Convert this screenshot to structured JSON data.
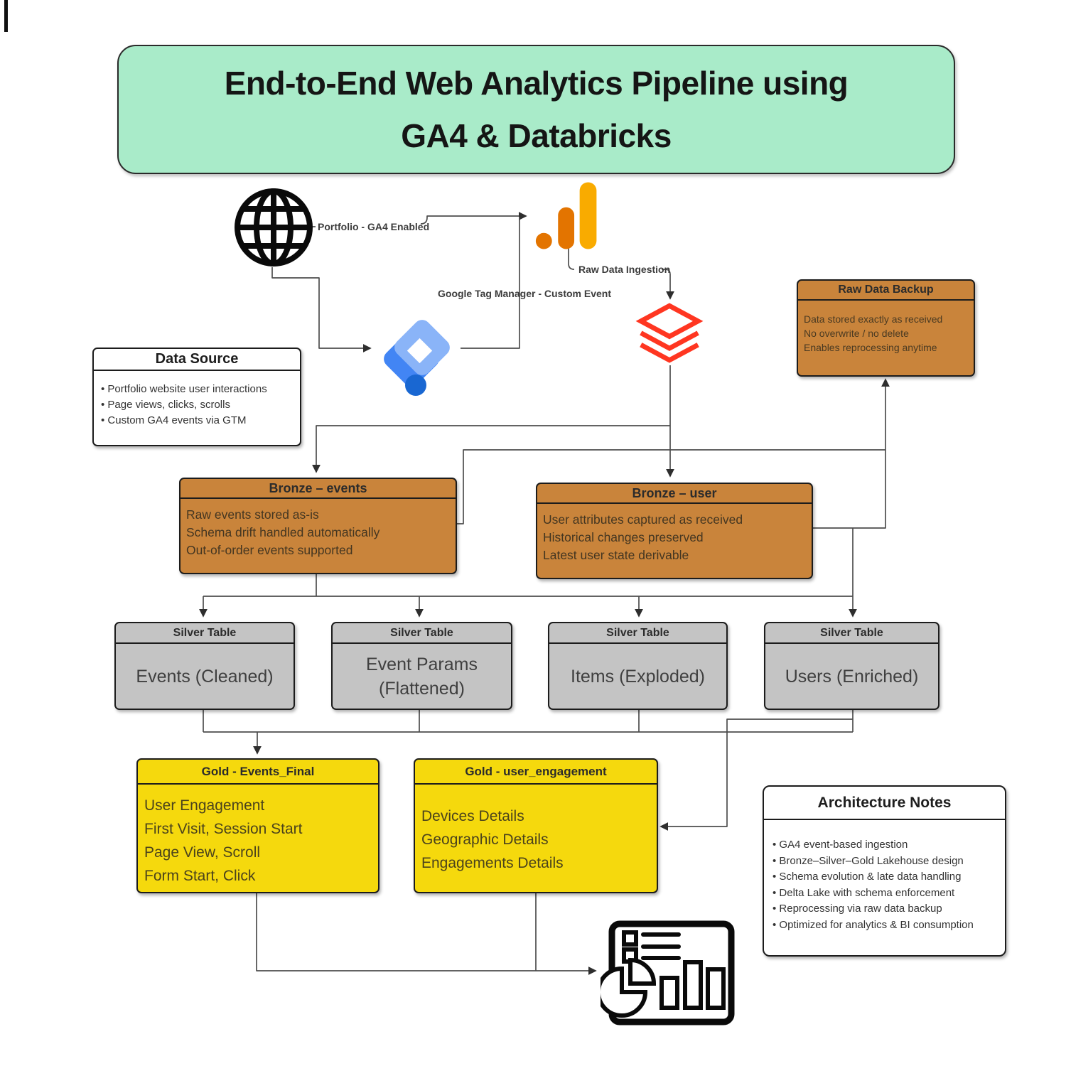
{
  "title": {
    "line1": "End-to-End Web Analytics Pipeline using",
    "line2": "GA4 & Databricks"
  },
  "connector_labels": {
    "portfolio": "Portfolio - GA4 Enabled",
    "gtm_event": "Google Tag Manager - Custom Event",
    "raw_ingestion": "Raw Data Ingestion"
  },
  "data_source": {
    "title": "Data Source",
    "items": [
      "• Portfolio website user interactions",
      "• Page views, clicks, scrolls",
      "• Custom GA4 events via GTM"
    ]
  },
  "raw_backup": {
    "title": "Raw Data Backup",
    "lines": [
      "Data stored exactly as received",
      "No overwrite / no delete",
      "Enables reprocessing anytime"
    ]
  },
  "bronze_events": {
    "title": "Bronze – events",
    "lines": [
      "Raw events stored as-is",
      "Schema drift handled automatically",
      "Out-of-order events supported"
    ]
  },
  "bronze_user": {
    "title": "Bronze – user",
    "lines": [
      "User attributes captured as received",
      "Historical changes preserved",
      "Latest user state derivable"
    ]
  },
  "silver_tables": [
    {
      "header": "Silver Table",
      "name": "Events (Cleaned)"
    },
    {
      "header": "Silver Table",
      "name": "Event Params (Flattened)"
    },
    {
      "header": "Silver Table",
      "name": "Items (Exploded)"
    },
    {
      "header": "Silver Table",
      "name": "Users (Enriched)"
    }
  ],
  "gold_events": {
    "title": "Gold - Events_Final",
    "lines": [
      "User Engagement",
      "First Visit, Session Start",
      "Page View, Scroll",
      "Form Start, Click"
    ]
  },
  "gold_user": {
    "title": "Gold - user_engagement",
    "lines": [
      "Devices Details",
      "Geographic Details",
      "Engagements Details"
    ]
  },
  "architecture_notes": {
    "title": "Architecture Notes",
    "items": [
      "• GA4 event-based ingestion",
      "• Bronze–Silver–Gold Lakehouse design",
      "• Schema evolution & late data handling",
      "• Delta Lake with schema enforcement",
      "• Reprocessing via raw data backup",
      "• Optimized for analytics & BI consumption"
    ]
  },
  "icons": {
    "website": "globe-icon",
    "analytics": "google-analytics-icon",
    "tag_manager": "google-tag-manager-icon",
    "databricks": "databricks-icon",
    "dashboard": "dashboard-report-icon"
  },
  "colors": {
    "title_bg": "#A9EBC9",
    "bronze": "#C9843B",
    "silver": "#C4C4C4",
    "gold": "#F5D90D",
    "databricks_red": "#FF3621",
    "ga4_amber": "#F9AB00",
    "ga4_orange": "#E37400",
    "gtm_blue": "#4285F4",
    "gtm_light_blue": "#8AB4F8",
    "gtm_dark_blue": "#1967D2",
    "connector": "#4d4d4d"
  }
}
